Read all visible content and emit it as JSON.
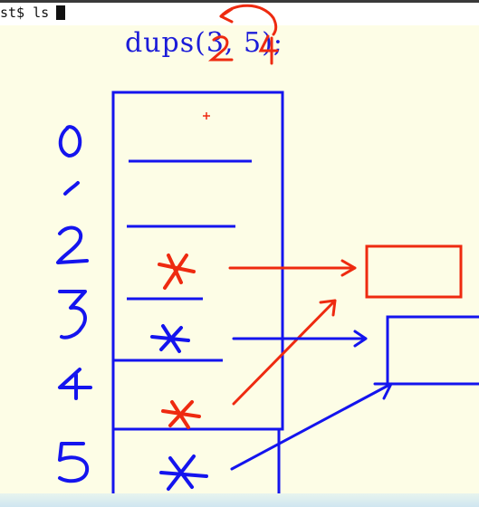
{
  "terminal": {
    "prompt_text": "st$ ls"
  },
  "code": {
    "call_text": "dups(3, 5);"
  },
  "handwriting": {
    "row_indices": [
      "0",
      "1",
      "2",
      "3",
      "4",
      "5"
    ],
    "overwritten_args": [
      "2",
      "4"
    ]
  },
  "colors": {
    "ink_blue": "#1414ee",
    "ink_red": "#ee2a10",
    "code_blue": "#1c1cd8",
    "paper": "#fdfde6"
  }
}
